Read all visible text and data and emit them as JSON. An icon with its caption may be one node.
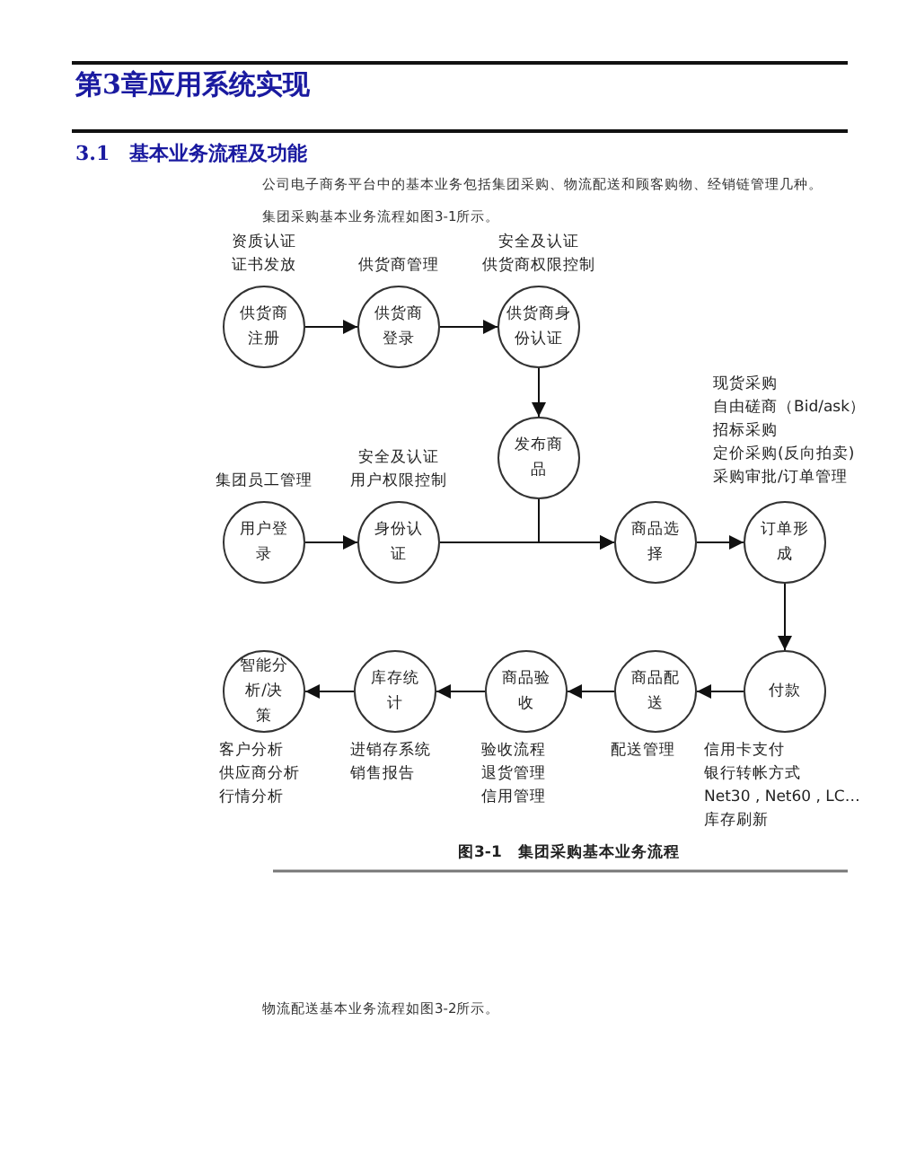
{
  "diagram": {
    "title": "第3章应用系统实现",
    "caption": "图3-1　集团采购基本业务流程",
    "nodes": [
      {
        "text": [
          "供货商注册"
        ],
        "beside": [
          "资质认证",
          "证书发放"
        ]
      },
      {
        "text": [
          "供货商登录"
        ],
        "beside": [
          "供货商管理"
        ]
      },
      {
        "text": [
          "供货商身份认证"
        ],
        "beside": [
          "安全及认证",
          "供货商权限控制"
        ]
      },
      {
        "text": [
          "发布商品"
        ]
      },
      {
        "text": [
          "用户登录"
        ],
        "beside": [
          "集团员工管理"
        ]
      },
      {
        "text": [
          "身份认证"
        ],
        "beside": [
          "安全及认证",
          "用户权限控制"
        ]
      },
      {
        "text": [
          "商品选择"
        ]
      },
      {
        "text": [
          "订单形成"
        ],
        "beside": [
          "现货采购",
          "自由磋商（Bid/ask）",
          "招标采购",
          "定价采购(反向拍卖)",
          "采购审批/订单管理"
        ]
      },
      {
        "text": [
          "付款"
        ],
        "beside": [
          "信用卡支付",
          "银行转帐方式",
          "Net30 , Net60 , LC…",
          "库存刷新"
        ]
      },
      {
        "text": [
          "商品配送"
        ],
        "beside": [
          "配送管理"
        ]
      },
      {
        "text": [
          "商品验收"
        ],
        "beside": [
          "验收流程",
          "退货管理",
          "信用管理"
        ]
      },
      {
        "text": [
          "库存统计"
        ],
        "beside": [
          "进销存系统",
          "销售报告"
        ]
      },
      {
        "text": [
          "智能分析/决策"
        ],
        "beside": [
          "客户分析",
          "供应商分析",
          "行情分析"
        ]
      }
    ],
    "edges": [
      {
        "from": 0,
        "to": 1,
        "arrow": "to"
      },
      {
        "from": 1,
        "to": 2,
        "arrow": "to"
      },
      {
        "from": 2,
        "to": 3,
        "arrow": "to"
      },
      {
        "from": 5,
        "to": 6,
        "arrow": "to"
      },
      {
        "from": 3,
        "to": 6,
        "arrow": "to"
      },
      {
        "from": 4,
        "to": 5,
        "arrow": "to"
      },
      {
        "from": 6,
        "to": 7,
        "arrow": "to"
      },
      {
        "from": 7,
        "to": 8,
        "arrow": "to"
      },
      {
        "from": 8,
        "to": 9,
        "arrow": "to"
      },
      {
        "from": 9,
        "to": 10,
        "arrow": "to"
      },
      {
        "from": 10,
        "to": 11,
        "arrow": "to"
      },
      {
        "from": 11,
        "to": 12,
        "arrow": "to"
      }
    ],
    "labels": [
      "3.1　基本业务流程及功能",
      "公司电子商务平台中的基本业务包括集团采购、物流配送和顾客购物、经销链管理几种。",
      "集团采购基本业务流程如图3-1所示。",
      "物流配送基本业务流程如图3-2所示。"
    ]
  }
}
